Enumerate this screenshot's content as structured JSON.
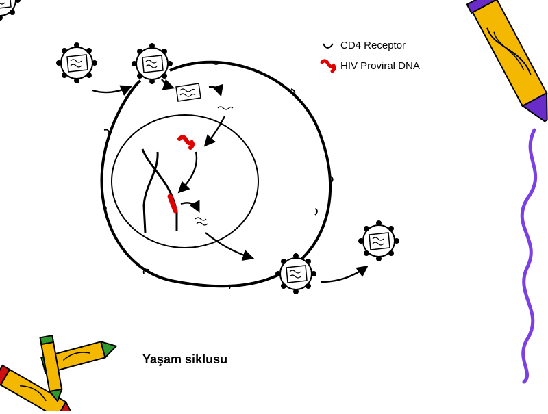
{
  "legend": {
    "receptor": "CD4 Receptor",
    "dna": "HIV Proviral DNA"
  },
  "caption": "Yaşam siklusu",
  "colors": {
    "ink": "#000000",
    "proviral_dna": "#e00000",
    "crayon_yellow": "#f5b800",
    "crayon_purple": "#6a2cc8",
    "crayon_red": "#d01010",
    "crayon_green": "#2e9a2e",
    "scribble_purple": "#7b3fe4"
  },
  "icons": [
    "receptor-icon",
    "dna-icon",
    "virus-icon",
    "crayon-icon"
  ]
}
